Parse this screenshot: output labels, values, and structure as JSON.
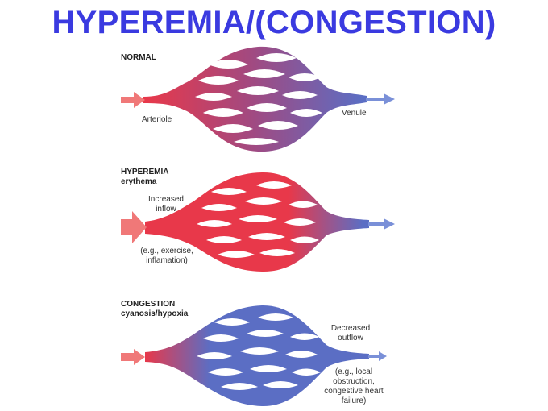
{
  "title": "HYPEREMIA/(CONGESTION)",
  "panels": [
    {
      "heading": "NORMAL",
      "sub": "",
      "left_label": "Arteriole",
      "right_label": "Venule"
    },
    {
      "heading": "HYPEREMIA",
      "sub": "erythema",
      "top_label": "Increased inflow",
      "bottom_label": "(e.g., exercise, inflamation)"
    },
    {
      "heading": "CONGESTION",
      "sub": "cyanosis/hypoxia",
      "top_label": "Decreased outflow",
      "bottom_label": "(e.g., local obstruction, congestive heart failure)"
    }
  ],
  "colors": {
    "title": "#3a3ae0",
    "arterial_red": "#e8384a",
    "venous_blue": "#5b6ec4",
    "arrow_red": "#f07878",
    "arrow_blue": "#7a90d8"
  }
}
